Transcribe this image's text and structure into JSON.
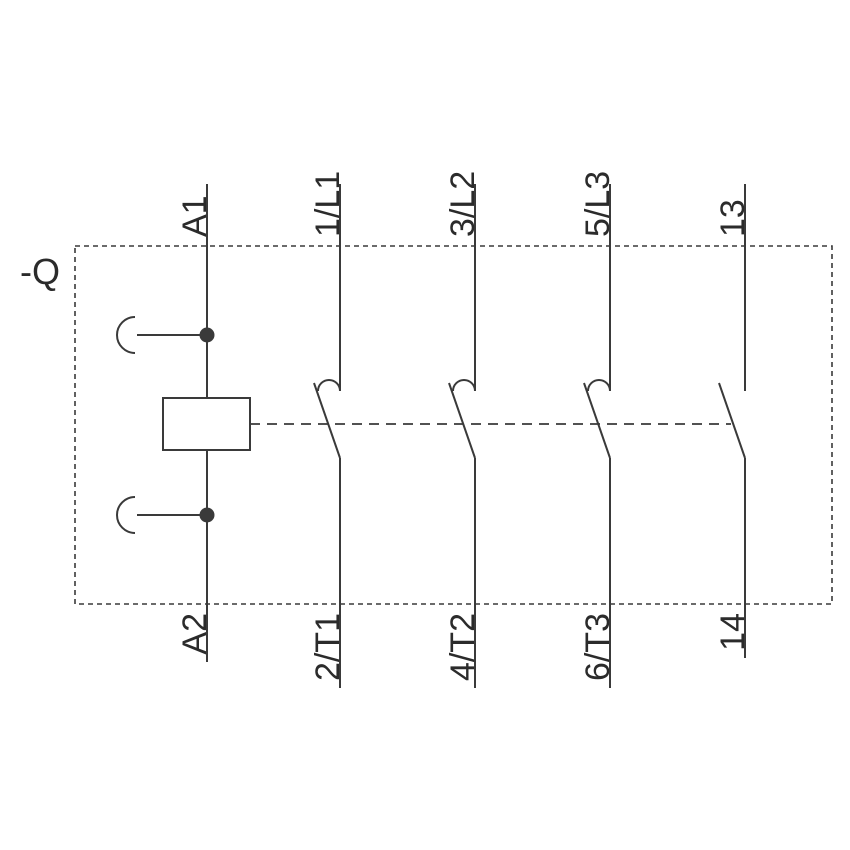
{
  "device_tag": "-Q",
  "coil": {
    "top_terminal": "A1",
    "bottom_terminal": "A2"
  },
  "poles": [
    {
      "top_terminal": "1/L1",
      "bottom_terminal": "2/T1"
    },
    {
      "top_terminal": "3/L2",
      "bottom_terminal": "4/T2"
    },
    {
      "top_terminal": "5/L3",
      "bottom_terminal": "6/T3"
    }
  ],
  "aux_contact": {
    "top_terminal": "13",
    "bottom_terminal": "14"
  },
  "colors": {
    "line": "#3a3a3a",
    "text": "#2b2b2b",
    "background": "#ffffff"
  }
}
